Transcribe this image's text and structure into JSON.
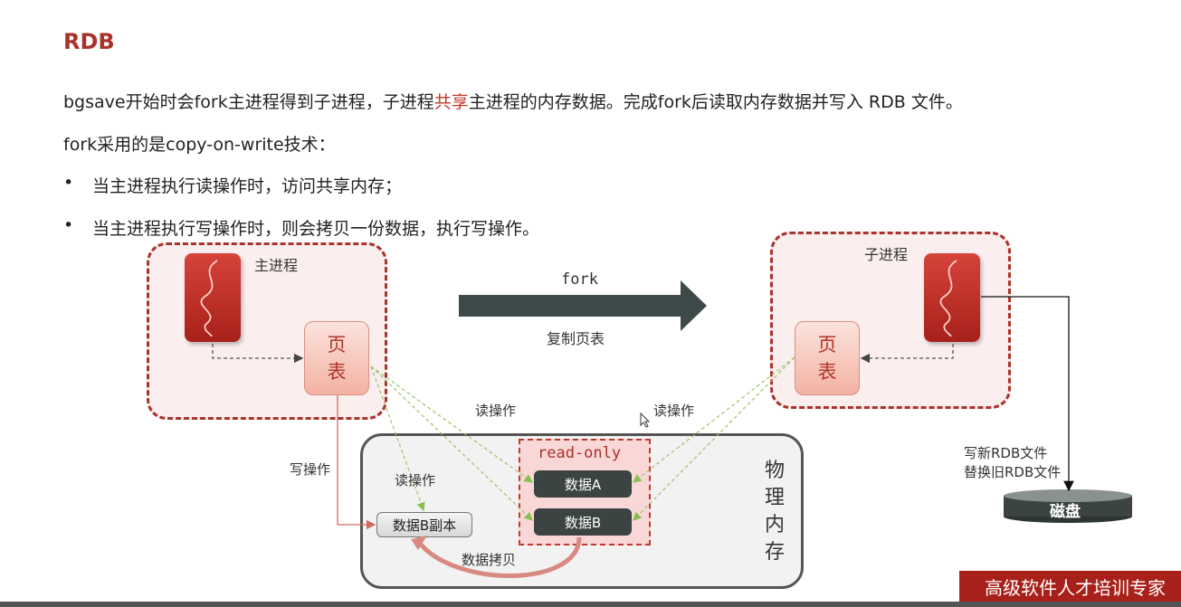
{
  "slide": {
    "title": "RDB",
    "line1_pre": "bgsave开始时会fork主进程得到子进程，子进程",
    "line1_highlight": "共享",
    "line1_post": "主进程的内存数据。完成fork后读取内存数据并写入 RDB 文件。",
    "line2": "fork采用的是copy-on-write技术：",
    "bullets": [
      "当主进程执行读操作时，访问共享内存；",
      "当主进程执行写操作时，则会拷贝一份数据，执行写操作。"
    ],
    "bullet_char": "•"
  },
  "diagram": {
    "main_process_label": "主进程",
    "child_process_label": "子进程",
    "page_table_chars": [
      "页",
      "表"
    ],
    "fork_label": "fork",
    "copy_page_table_label": "复制页表",
    "read_op_left": "读操作",
    "read_op_right": "读操作",
    "read_op_inner": "读操作",
    "write_op": "写操作",
    "read_only_label": "read-only",
    "data_a": "数据A",
    "data_b": "数据B",
    "data_b_copy": "数据B副本",
    "data_copy_label": "数据拷贝",
    "physical_memory_chars": [
      "物",
      "理",
      "内",
      "存"
    ],
    "write_rdb_line1": "写新RDB文件",
    "write_rdb_line2": "替换旧RDB文件",
    "disk_label": "磁盘"
  },
  "banner": {
    "text": "高级软件人才培训专家"
  },
  "colors": {
    "accent": "#a8332b",
    "banner": "#a8201a",
    "arrow": "#3e4a49",
    "dash_green": "#9bc46b"
  }
}
